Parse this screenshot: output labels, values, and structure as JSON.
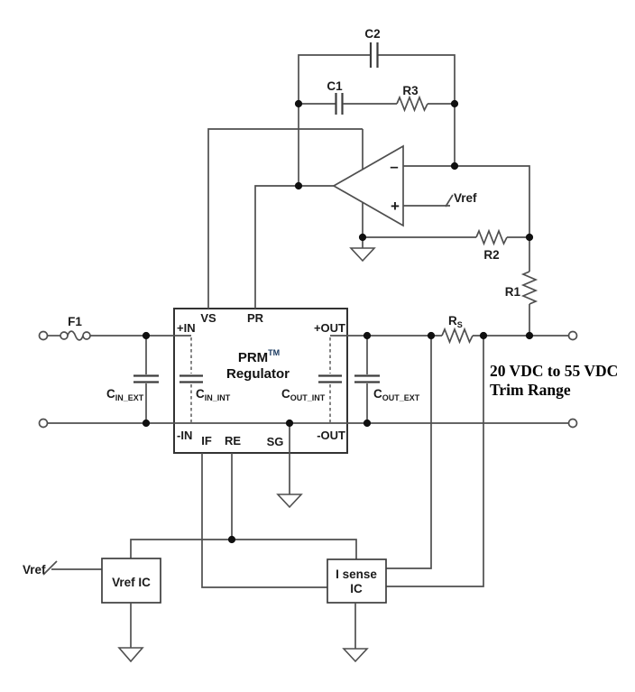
{
  "labels": {
    "c2": "C2",
    "c1": "C1",
    "r3": "R3",
    "r2": "R2",
    "r1": "R1",
    "f1": "F1",
    "rs": {
      "main": "R",
      "sub": "S"
    },
    "vref_plus_input": "Vref",
    "vref_source": "Vref",
    "opamp_minus": "–",
    "opamp_plus": "+",
    "cin_ext": {
      "main": "C",
      "sub": "IN_EXT"
    },
    "cin_int": {
      "main": "C",
      "sub": "IN_INT"
    },
    "cout_int": {
      "main": "C",
      "sub": "OUT_INT"
    },
    "cout_ext": {
      "main": "C",
      "sub": "OUT_EXT"
    }
  },
  "prm_block": {
    "title": {
      "main": "PRM",
      "sup": "TM",
      "line2": "Regulator"
    },
    "pins": {
      "plus_in": "+IN",
      "vs": "VS",
      "pr": "PR",
      "plus_out": "+OUT",
      "minus_in": "-IN",
      "if": "IF",
      "re": "RE",
      "sg": "SG",
      "minus_out": "-OUT"
    }
  },
  "ics": {
    "vref_ic": "Vref IC",
    "isense_ic": {
      "line1": "I sense",
      "line2": "IC"
    }
  },
  "annotation": {
    "line1": "20 VDC to 55 VDC",
    "line2": "Trim Range"
  },
  "colors": {
    "wire": "#4f4f4f",
    "box_stroke": "#333333",
    "text": "#1b1b1b",
    "junction_dot": "#101010",
    "tm_superscript": "#17375e",
    "annotation_text": "#000000",
    "background": "#ffffff"
  }
}
